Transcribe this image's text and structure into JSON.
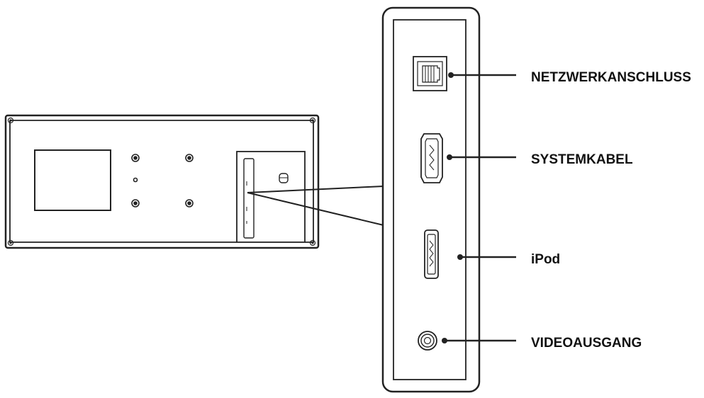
{
  "labels": {
    "network": "NETZWERKANSCHLUSS",
    "system_cable": "SYSTEMKABEL",
    "ipod": "iPod",
    "video_out": "VIDEOAUSGANG"
  },
  "icons": {
    "network": "ethernet-port-icon",
    "system_cable": "hdmi-port-icon",
    "ipod": "ipod-connector-icon",
    "video_out": "video-jack-icon",
    "screws": "screw-icon"
  },
  "colors": {
    "line": "#222222",
    "panel_fill": "#ffffff",
    "text": "#111111"
  }
}
